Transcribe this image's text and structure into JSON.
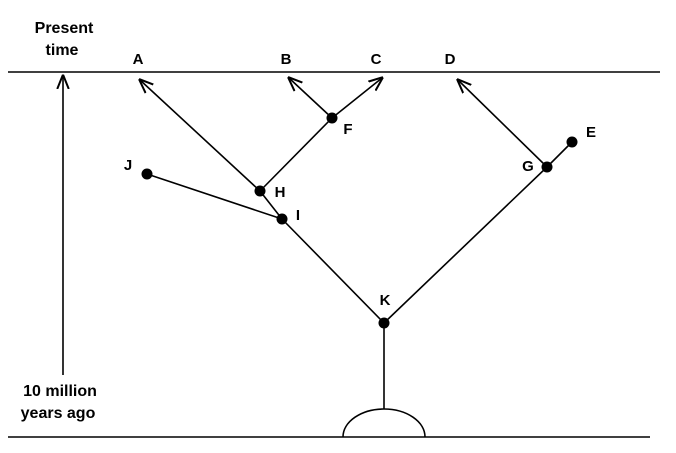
{
  "top_label": {
    "line1": "Present",
    "line2": "time"
  },
  "bottom_label": {
    "line1": "10 million",
    "line2": "years ago"
  },
  "nodes": {
    "A": "A",
    "B": "B",
    "C": "C",
    "D": "D",
    "E": "E",
    "F": "F",
    "G": "G",
    "H": "H",
    "I": "I",
    "J": "J",
    "K": "K"
  },
  "colors": {
    "ink": "#000000",
    "background": "#ffffff"
  }
}
